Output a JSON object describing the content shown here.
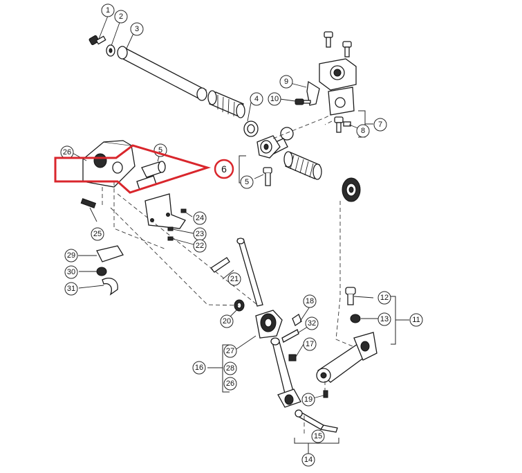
{
  "highlight": {
    "label": "6",
    "color": "#d9262c"
  },
  "callouts": {
    "c1": "1",
    "c2": "2",
    "c3": "3",
    "c4": "4",
    "c5a": "5",
    "c5b": "5",
    "c7": "7",
    "c8": "8",
    "c9": "9",
    "c10": "10",
    "c11": "11",
    "c12": "12",
    "c13": "13",
    "c14": "14",
    "c15": "15",
    "c16": "16",
    "c17": "17",
    "c18": "18",
    "c19": "19",
    "c20": "20",
    "c21": "21",
    "c22": "22",
    "c23": "23",
    "c24": "24",
    "c25": "25",
    "c26a": "26",
    "c26b": "26",
    "c27": "27",
    "c28": "28",
    "c29": "29",
    "c30": "30",
    "c31": "31",
    "c32": "32"
  }
}
